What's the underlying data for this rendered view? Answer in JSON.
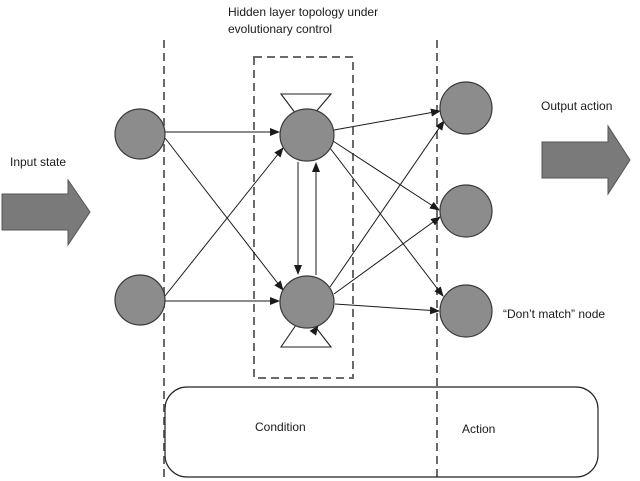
{
  "labels": {
    "hidden_title_line1": "Hidden layer topology under",
    "hidden_title_line2": "evolutionary control",
    "input": "Input state",
    "output": "Output action",
    "dont_match": "“Don’t match” node",
    "condition": "Condition",
    "action": "Action"
  },
  "colors": {
    "node_fill": "#8c8c8c",
    "arrow_fill": "#7a7a7a"
  }
}
